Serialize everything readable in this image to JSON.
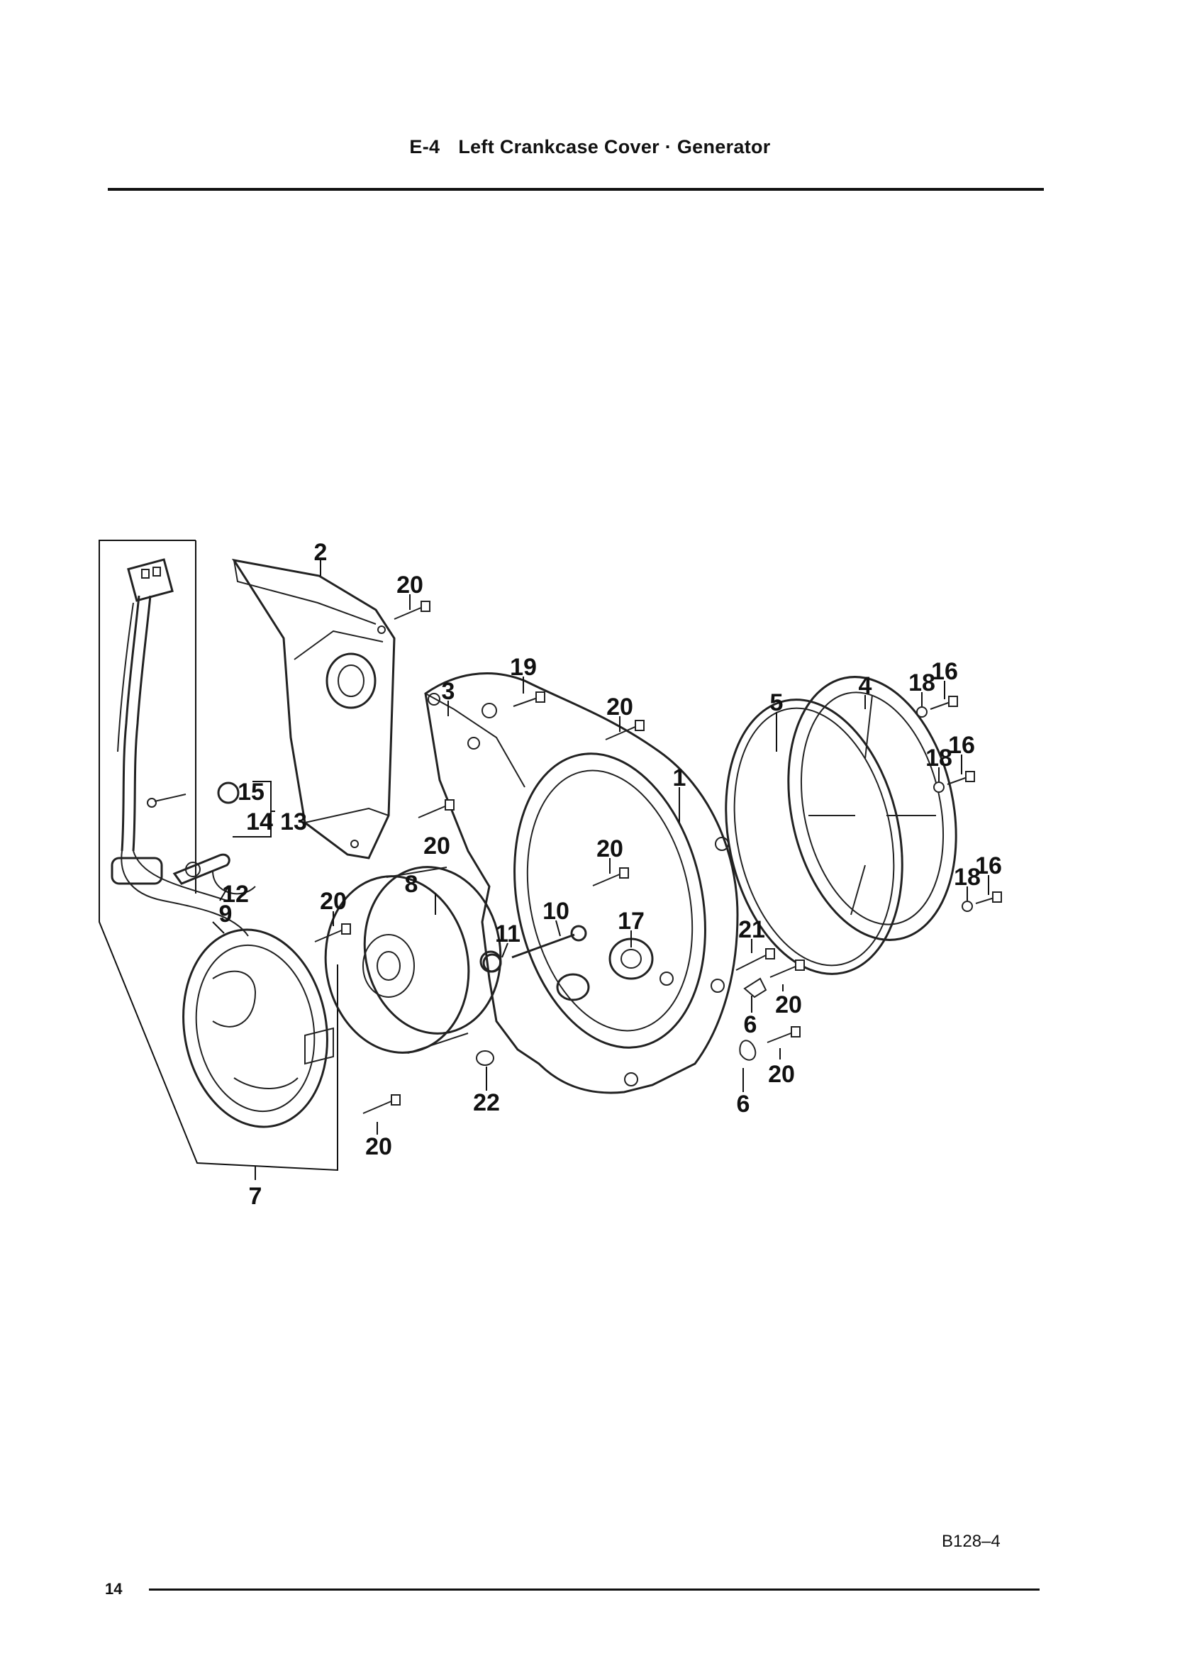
{
  "header": {
    "code": "E-4",
    "title": "Left Crankcase Cover · Generator"
  },
  "footer": {
    "page_number": "14",
    "reference": "B128–4"
  },
  "callouts": {
    "c1": "1",
    "c2": "2",
    "c3": "3",
    "c4": "4",
    "c5": "5",
    "c6a": "6",
    "c6b": "6",
    "c7": "7",
    "c8": "8",
    "c9": "9",
    "c10": "10",
    "c11": "11",
    "c12": "12",
    "c13": "13",
    "c14": "14",
    "c15": "15",
    "c16a": "16",
    "c16b": "16",
    "c16c": "16",
    "c17": "17",
    "c18a": "18",
    "c18b": "18",
    "c18c": "18",
    "c19": "19",
    "c20a": "20",
    "c20b": "20",
    "c20c": "20",
    "c20d": "20",
    "c20e": "20",
    "c20f": "20",
    "c20g": "20",
    "c20h": "20",
    "c21": "21",
    "c22": "22"
  }
}
